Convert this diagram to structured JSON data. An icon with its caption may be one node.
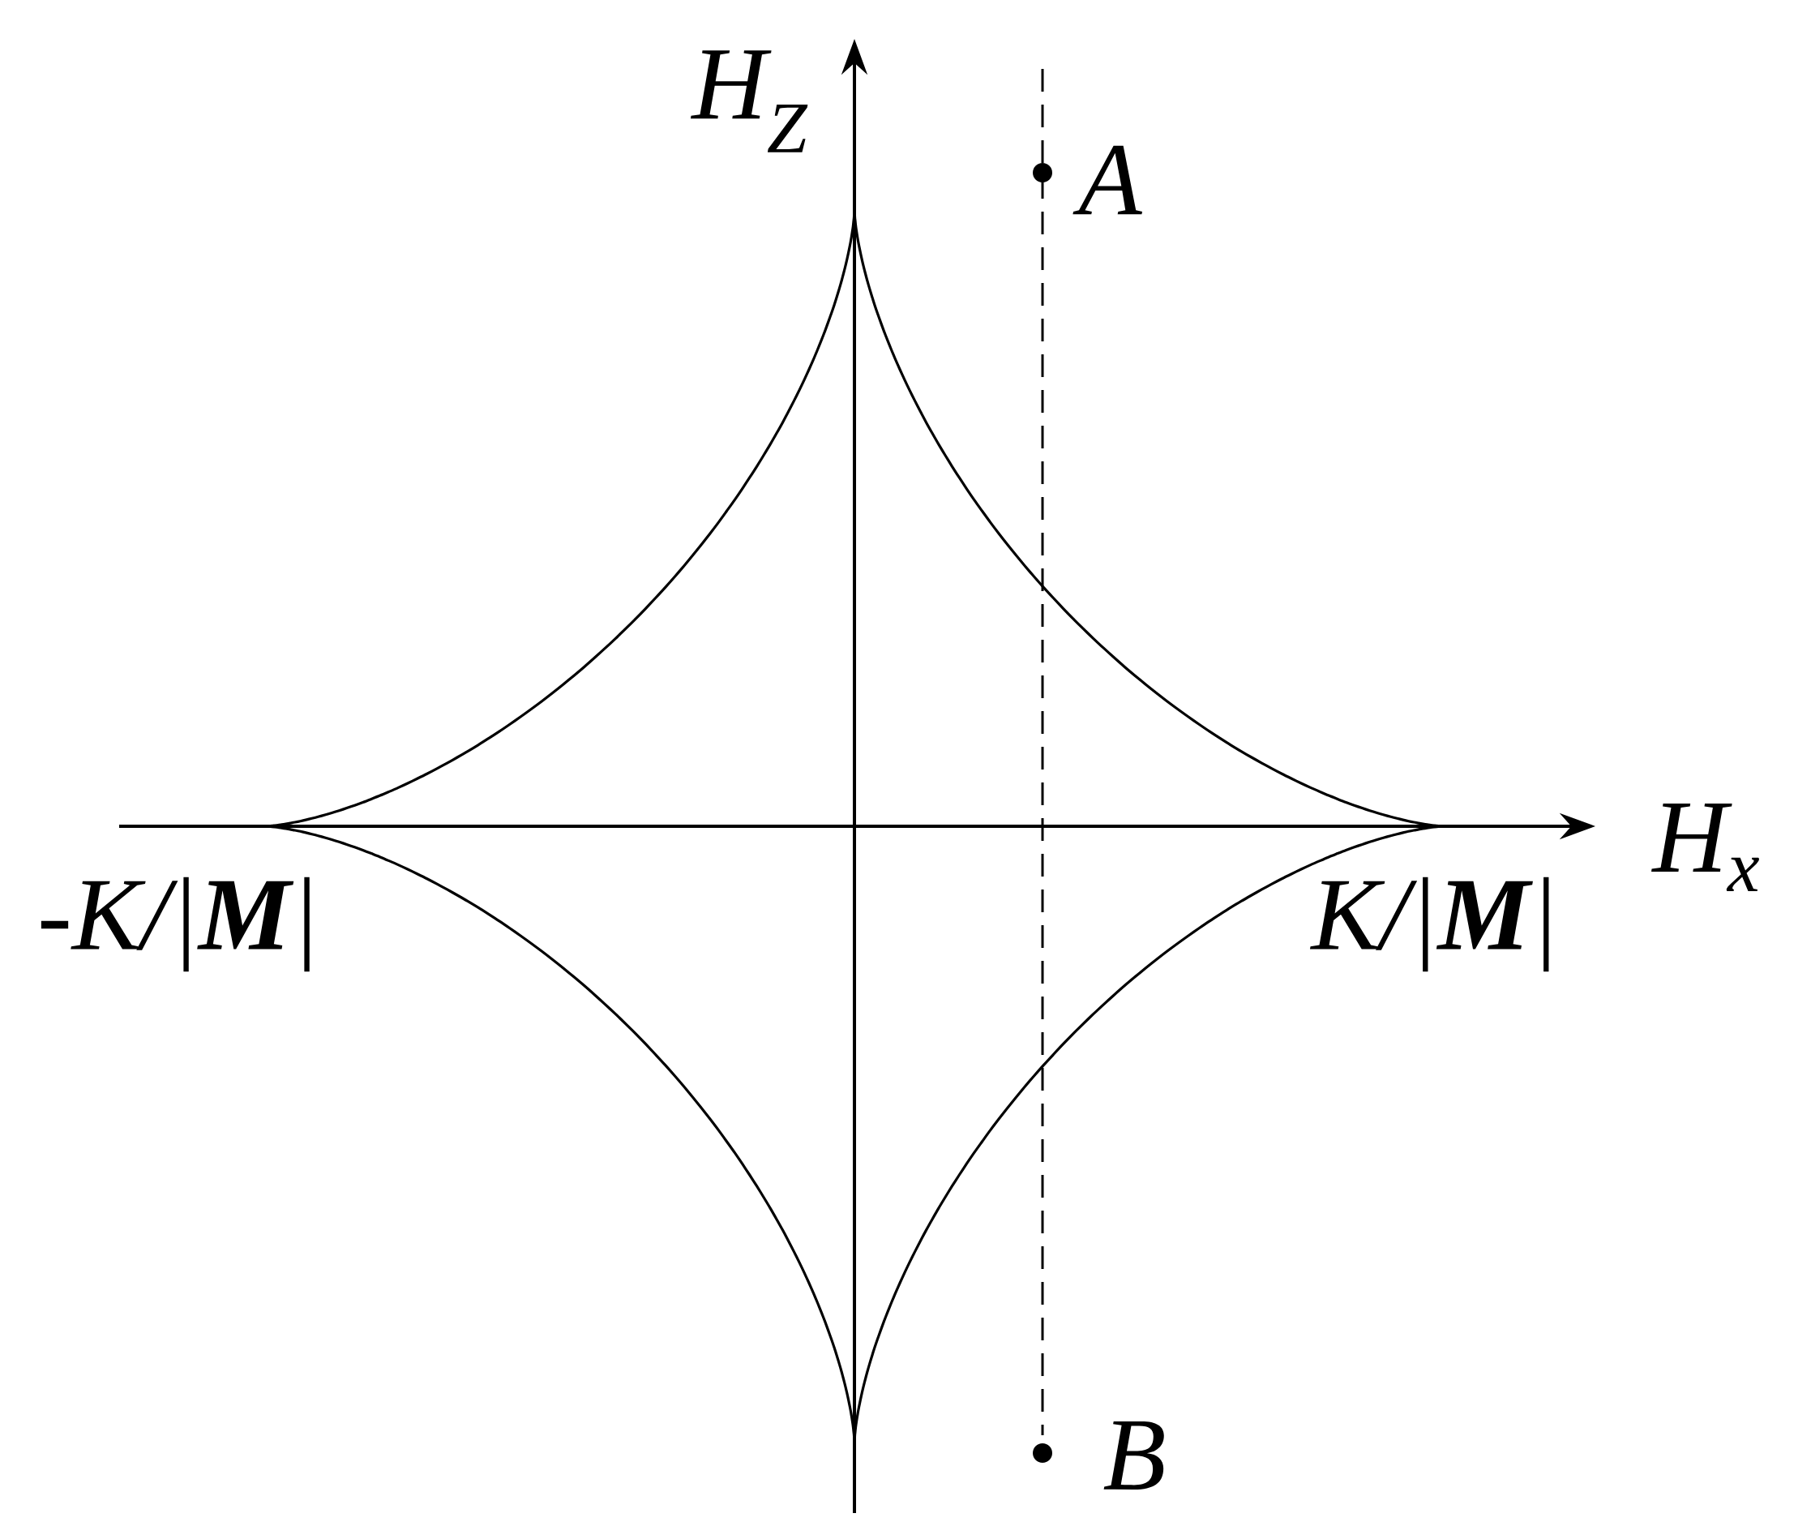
{
  "diagram": {
    "labels": [
      "H$_{Z}$",
      "A",
      "H$_{x}$",
      "-K/|**M**|",
      "K/|**M**|",
      "B"
    ]
  }
}
